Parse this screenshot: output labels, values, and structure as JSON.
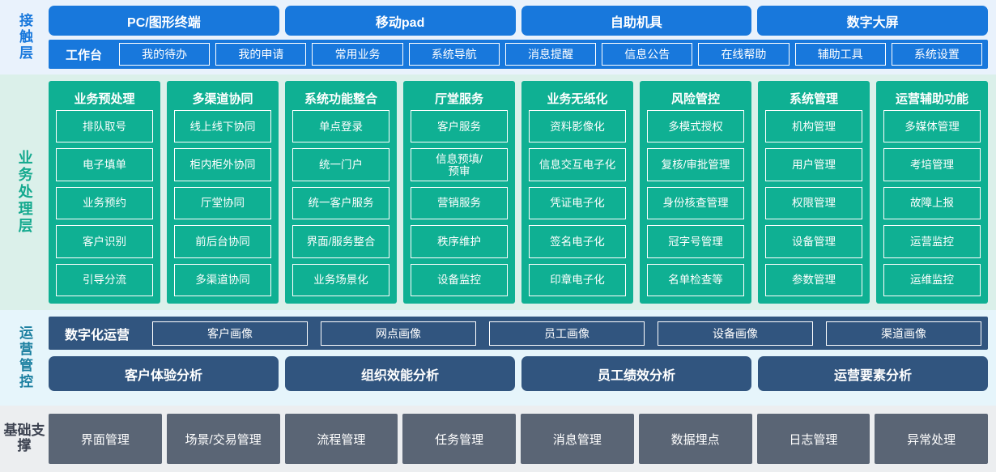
{
  "colors": {
    "contact_bg": "#e9f2fc",
    "contact_blue": "#1878dc",
    "business_bg": "#dbf0ea",
    "business_green": "#0fb093",
    "ops_bg": "#e6f5fb",
    "ops_navy": "#31557f",
    "foundation_bg": "#eceef0",
    "foundation_gray": "#5a6575"
  },
  "contact_layer": {
    "label": "接触层",
    "channels": [
      "PC/图形终端",
      "移动pad",
      "自助机具",
      "数字大屏"
    ],
    "workbench_title": "工作台",
    "workbench_items": [
      "我的待办",
      "我的申请",
      "常用业务",
      "系统导航",
      "消息提醒",
      "信息公告",
      "在线帮助",
      "辅助工具",
      "系统设置"
    ]
  },
  "business_layer": {
    "label": "业务处理层",
    "columns": [
      {
        "title": "业务预处理",
        "items": [
          "排队取号",
          "电子填单",
          "业务预约",
          "客户识别",
          "引导分流"
        ]
      },
      {
        "title": "多渠道协同",
        "items": [
          "线上线下协同",
          "柜内柜外协同",
          "厅堂协同",
          "前后台协同",
          "多渠道协同"
        ]
      },
      {
        "title": "系统功能整合",
        "items": [
          "单点登录",
          "统一门户",
          "统一客户服务",
          "界面/服务整合",
          "业务场景化"
        ]
      },
      {
        "title": "厅堂服务",
        "items": [
          "客户服务",
          "信息预填/\n预审",
          "营销服务",
          "秩序维护",
          "设备监控"
        ]
      },
      {
        "title": "业务无纸化",
        "items": [
          "资料影像化",
          "信息交互电子化",
          "凭证电子化",
          "签名电子化",
          "印章电子化"
        ]
      },
      {
        "title": "风险管控",
        "items": [
          "多模式授权",
          "复核/审批管理",
          "身份核查管理",
          "冠字号管理",
          "名单检查等"
        ]
      },
      {
        "title": "系统管理",
        "items": [
          "机构管理",
          "用户管理",
          "权限管理",
          "设备管理",
          "参数管理"
        ]
      },
      {
        "title": "运营辅助功能",
        "items": [
          "多媒体管理",
          "考培管理",
          "故障上报",
          "运营监控",
          "运维监控"
        ]
      }
    ]
  },
  "ops_layer": {
    "label": "运营管控",
    "digital_ops_title": "数字化运营",
    "portraits": [
      "客户画像",
      "网点画像",
      "员工画像",
      "设备画像",
      "渠道画像"
    ],
    "analyses": [
      "客户体验分析",
      "组织效能分析",
      "员工绩效分析",
      "运营要素分析"
    ]
  },
  "foundation_layer": {
    "label": "基础支撑",
    "items": [
      "界面管理",
      "场景/交易管理",
      "流程管理",
      "任务管理",
      "消息管理",
      "数据埋点",
      "日志管理",
      "异常处理"
    ]
  }
}
